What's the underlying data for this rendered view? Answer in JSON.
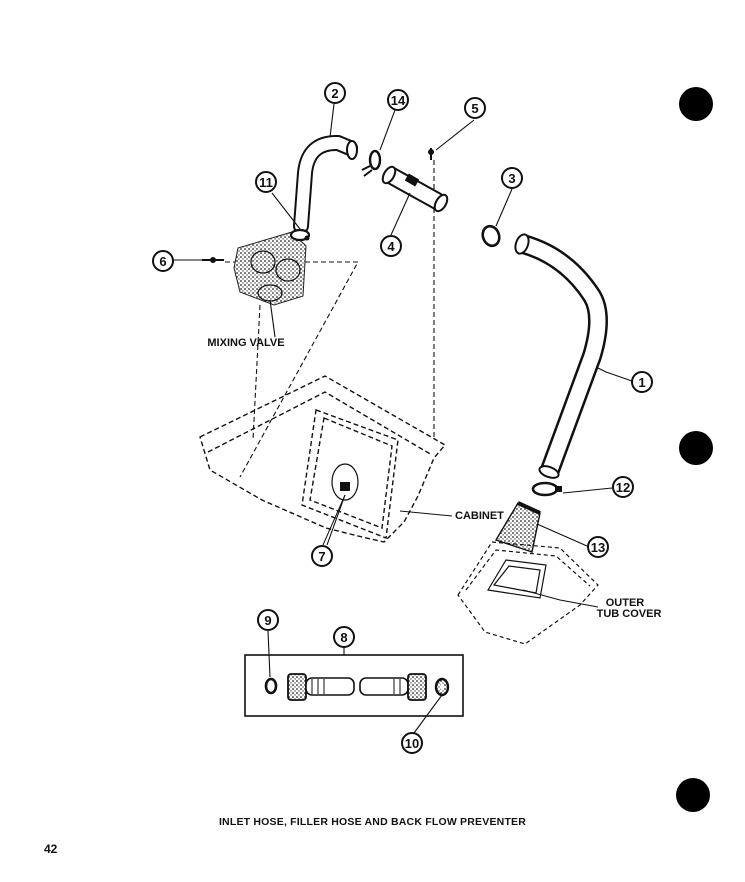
{
  "callouts": [
    "1",
    "2",
    "3",
    "4",
    "5",
    "6",
    "7",
    "8",
    "9",
    "10",
    "11",
    "12",
    "13",
    "14"
  ],
  "labels": {
    "mixing_valve": "MIXING VALVE",
    "cabinet": "CABINET",
    "outer_tub_cover_line1": "OUTER",
    "outer_tub_cover_line2": "TUB COVER"
  },
  "caption": "INLET HOSE, FILLER HOSE AND BACK FLOW PREVENTER",
  "page_number": "42"
}
